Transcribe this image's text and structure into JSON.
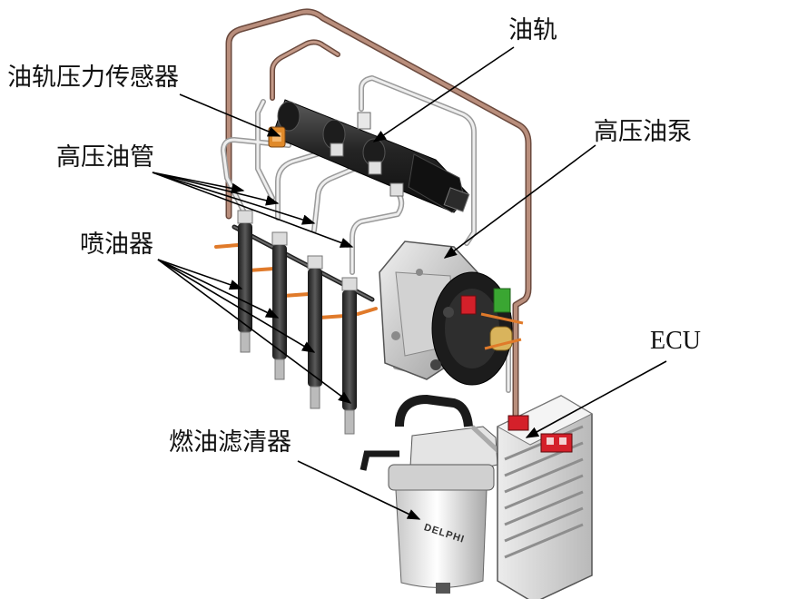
{
  "labels": {
    "fuel_rail": "油轨",
    "rail_pressure_sensor": "油轨压力传感器",
    "high_pressure_pipe": "高压油管",
    "high_pressure_pump": "高压油泵",
    "injector": "喷油器",
    "ecu": "ECU",
    "fuel_filter": "燃油滤清器"
  },
  "filter_brand": "DELPHI",
  "colors": {
    "copper_pipe": "#a97c6a",
    "steel_pipe": "#d8d8d8",
    "rail": "#2a2a2a",
    "connector_red": "#d4202a",
    "connector_green": "#3aa632",
    "orange_wire": "#e07a2a",
    "label_line": "#000000"
  }
}
